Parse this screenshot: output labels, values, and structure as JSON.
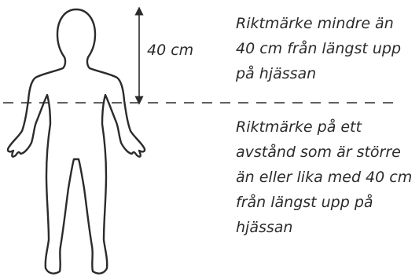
{
  "distance_label": "40 cm",
  "upper_caption": "Riktmärke mindre än\n40 cm från längst upp\npå hjässan",
  "lower_caption": "Riktmärke på ett\navstånd som är större\nän eller lika med 40 cm\nfrån längst upp på\nhjässan",
  "colors": {
    "ink": "#2b2b2b",
    "background": "#ffffff"
  }
}
